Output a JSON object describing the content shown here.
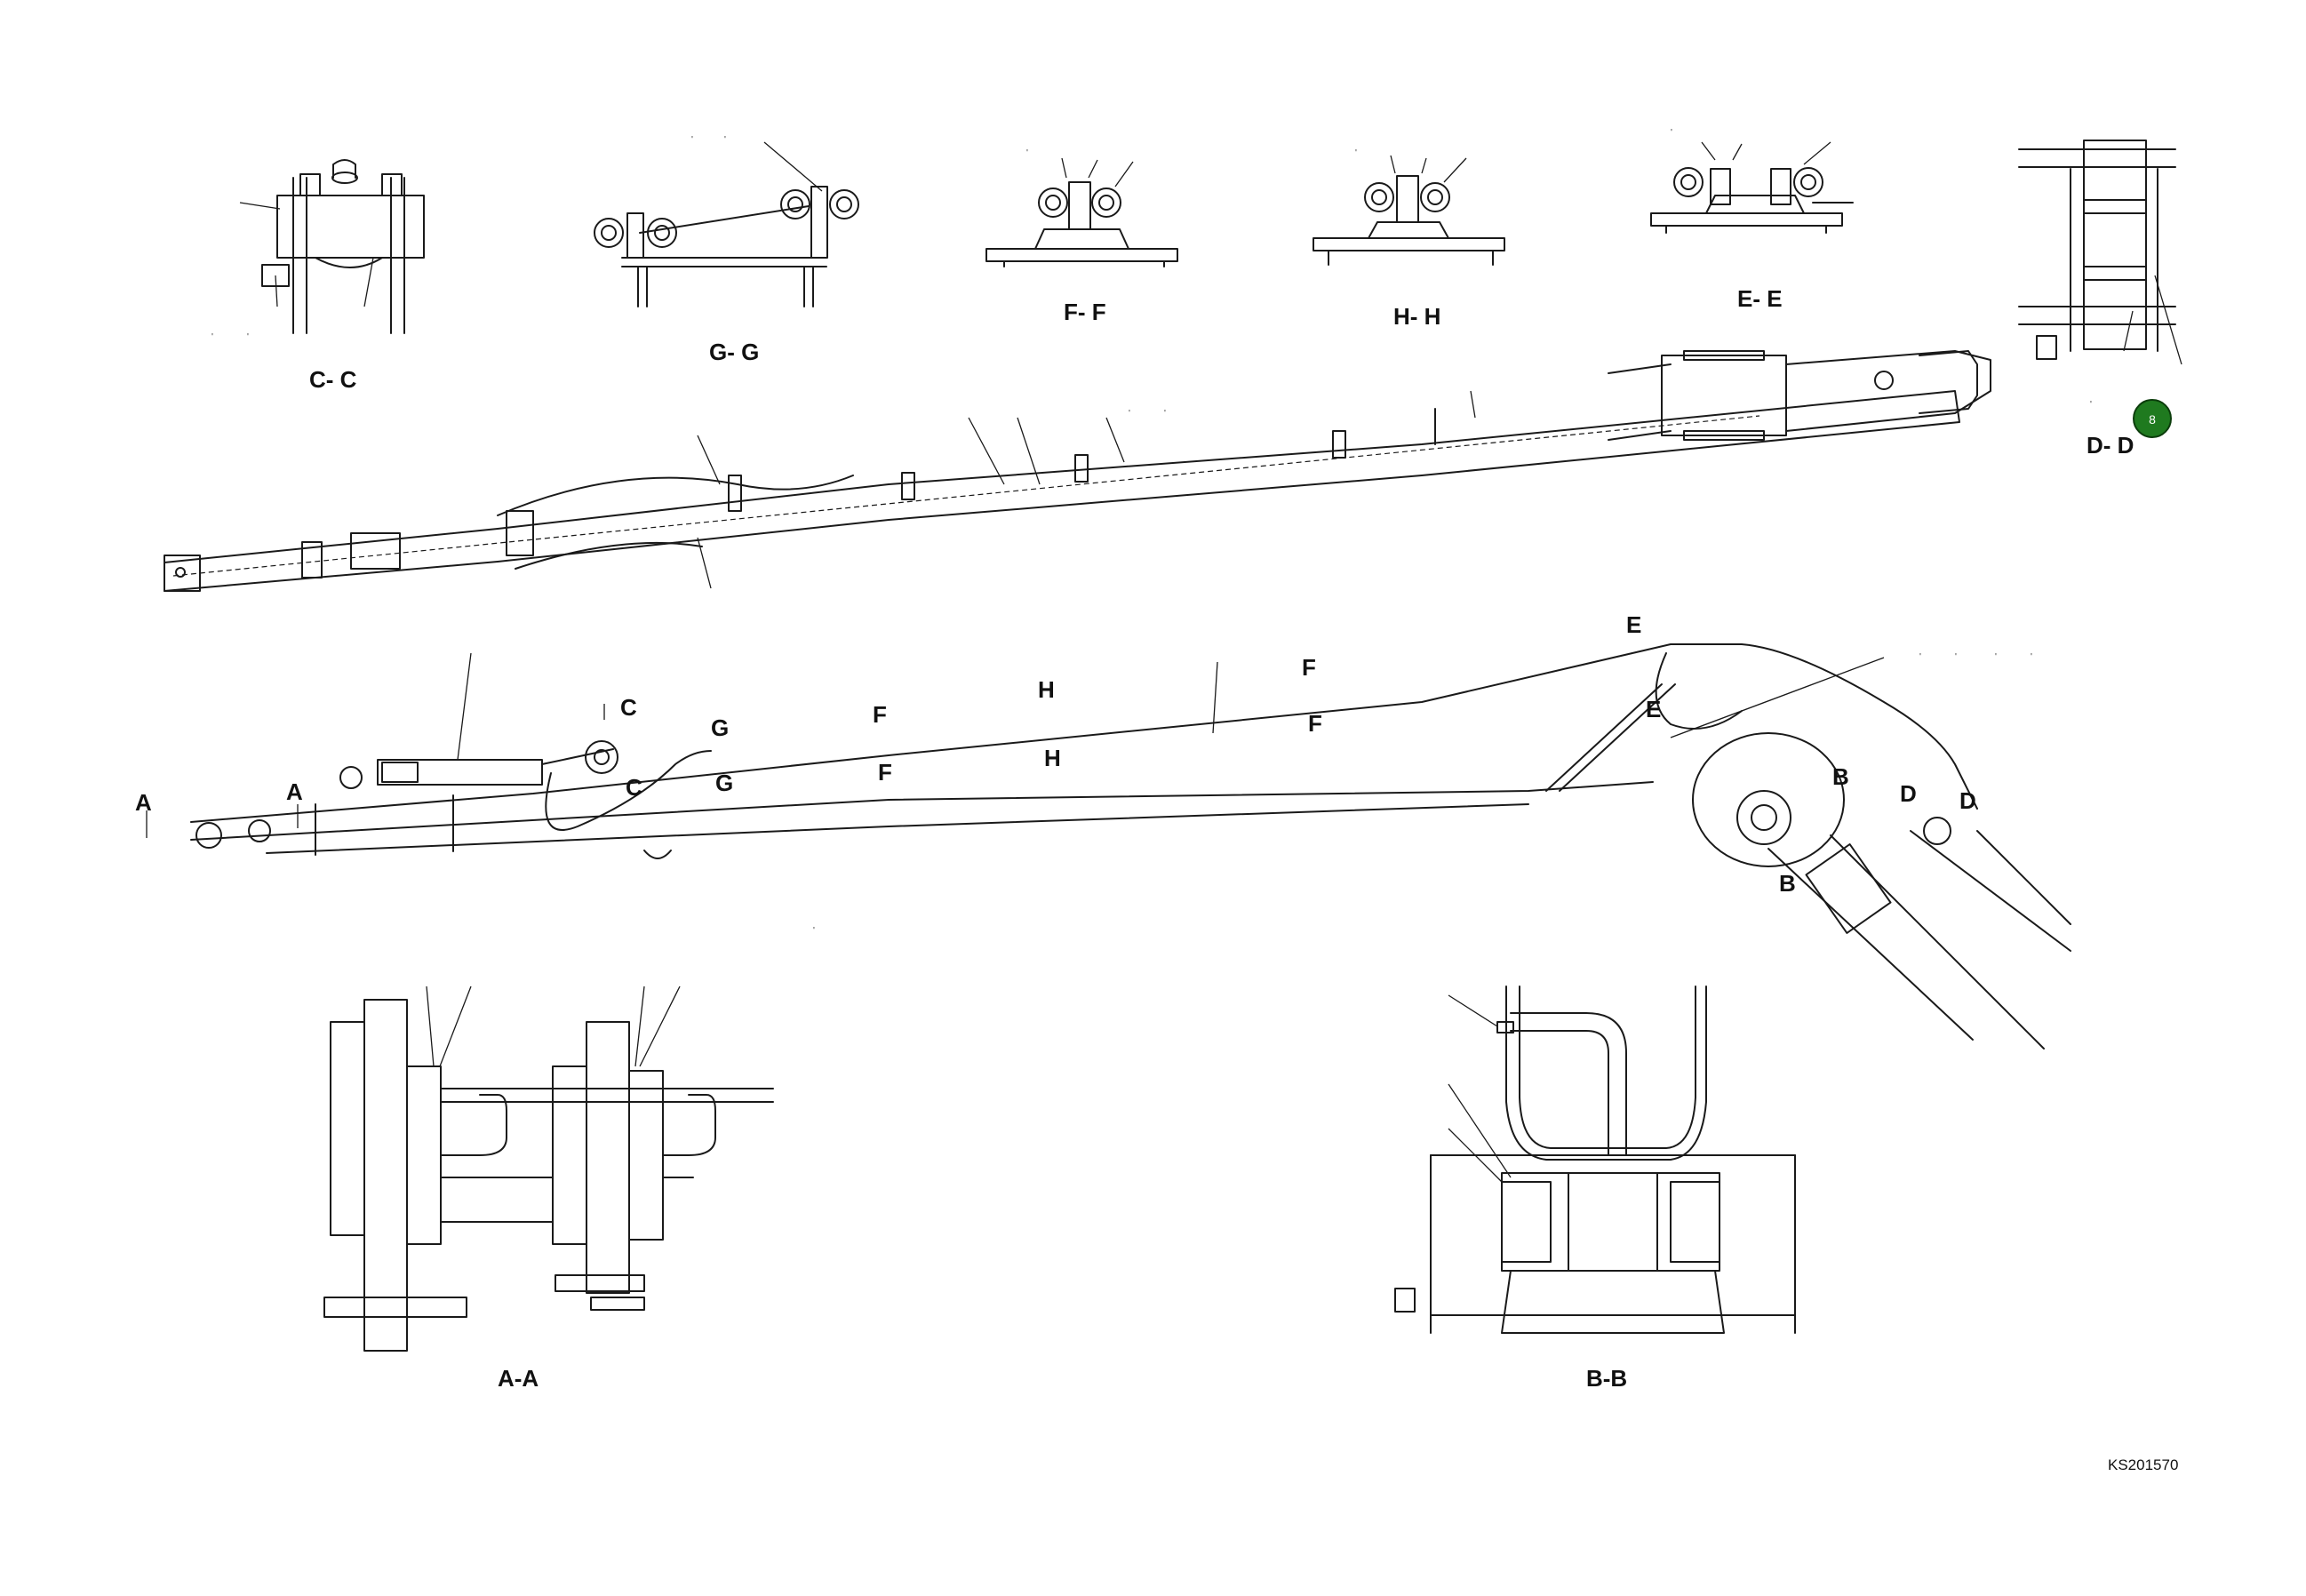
{
  "section_titles": {
    "cc": "C- C",
    "gg": "G- G",
    "ff": "F- F",
    "hh": "H- H",
    "ee": "E- E",
    "dd": "D- D",
    "aa": "A-A",
    "bb": "B-B"
  },
  "cut_markers": {
    "a1": "A",
    "a2": "A",
    "c1": "C",
    "c2": "C",
    "g1": "G",
    "g2": "G",
    "f1": "F",
    "f2": "F",
    "f3": "F",
    "f4": "F",
    "h1": "H",
    "h2": "H",
    "e1": "E",
    "e2": "E",
    "b1": "B",
    "b2": "B",
    "d1": "D",
    "d2": "D"
  },
  "callout_badge": {
    "text": "8",
    "color": "#1f7a1f"
  },
  "drawing_code": "KS201570"
}
